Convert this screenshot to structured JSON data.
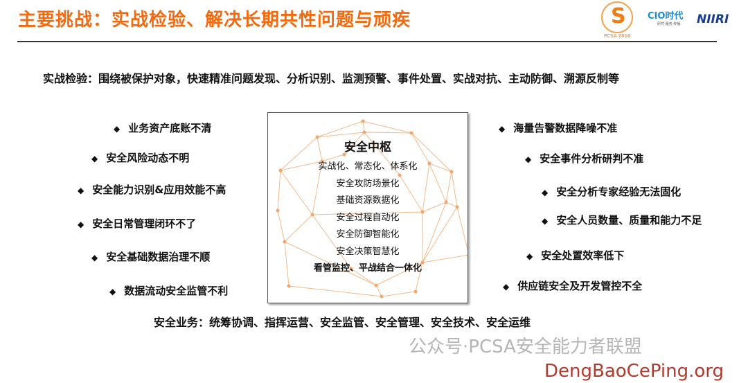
{
  "header": {
    "title": "主要挑战：实战检验、解决长期共性问题与顽疾",
    "logos": [
      "PCSA 2016",
      "CIO时代",
      "NIIRI"
    ],
    "logo_sub": "研究·服务·传播"
  },
  "lead": "实战检验：围绕被保护对象，快速精准问题发现、分析识别、监测预警、事件处置、实战对抗、主动防御、溯源反制等",
  "bullet_icon": "◆",
  "left_items": [
    "业务资产底账不清",
    "安全风险动态不明",
    "安全能力识别&应用效能不高",
    "安全日常管理闭环不了",
    "安全基础数据治理不顺",
    "数据流动安全监管不利"
  ],
  "right_items": [
    "海量告警数据降噪不准",
    "安全事件分析研判不准",
    "安全分析专家经验无法固化",
    "安全人员数量、质量和能力不足",
    "安全处置效率低下",
    "供应链安全及开发管控不全"
  ],
  "hub": {
    "title": "安全中枢",
    "lines": [
      "实战化、常态化、体系化",
      "安全攻防场景化",
      "基础资源数据化",
      "安全过程自动化",
      "安全防御智能化",
      "安全决策智慧化",
      "看管监控、平战结合一体化"
    ],
    "network_color": "#f5b98a"
  },
  "bottom": "安全业务：统筹协调、指挥运营、安全监管、安全管理、安全技术、安全运维",
  "watermark": "公众号·PCSA安全能力者联盟",
  "watermark2": "DengBaoCePing.org",
  "colors": {
    "title": "#f26a10",
    "watermark2": "#b03a2e"
  }
}
